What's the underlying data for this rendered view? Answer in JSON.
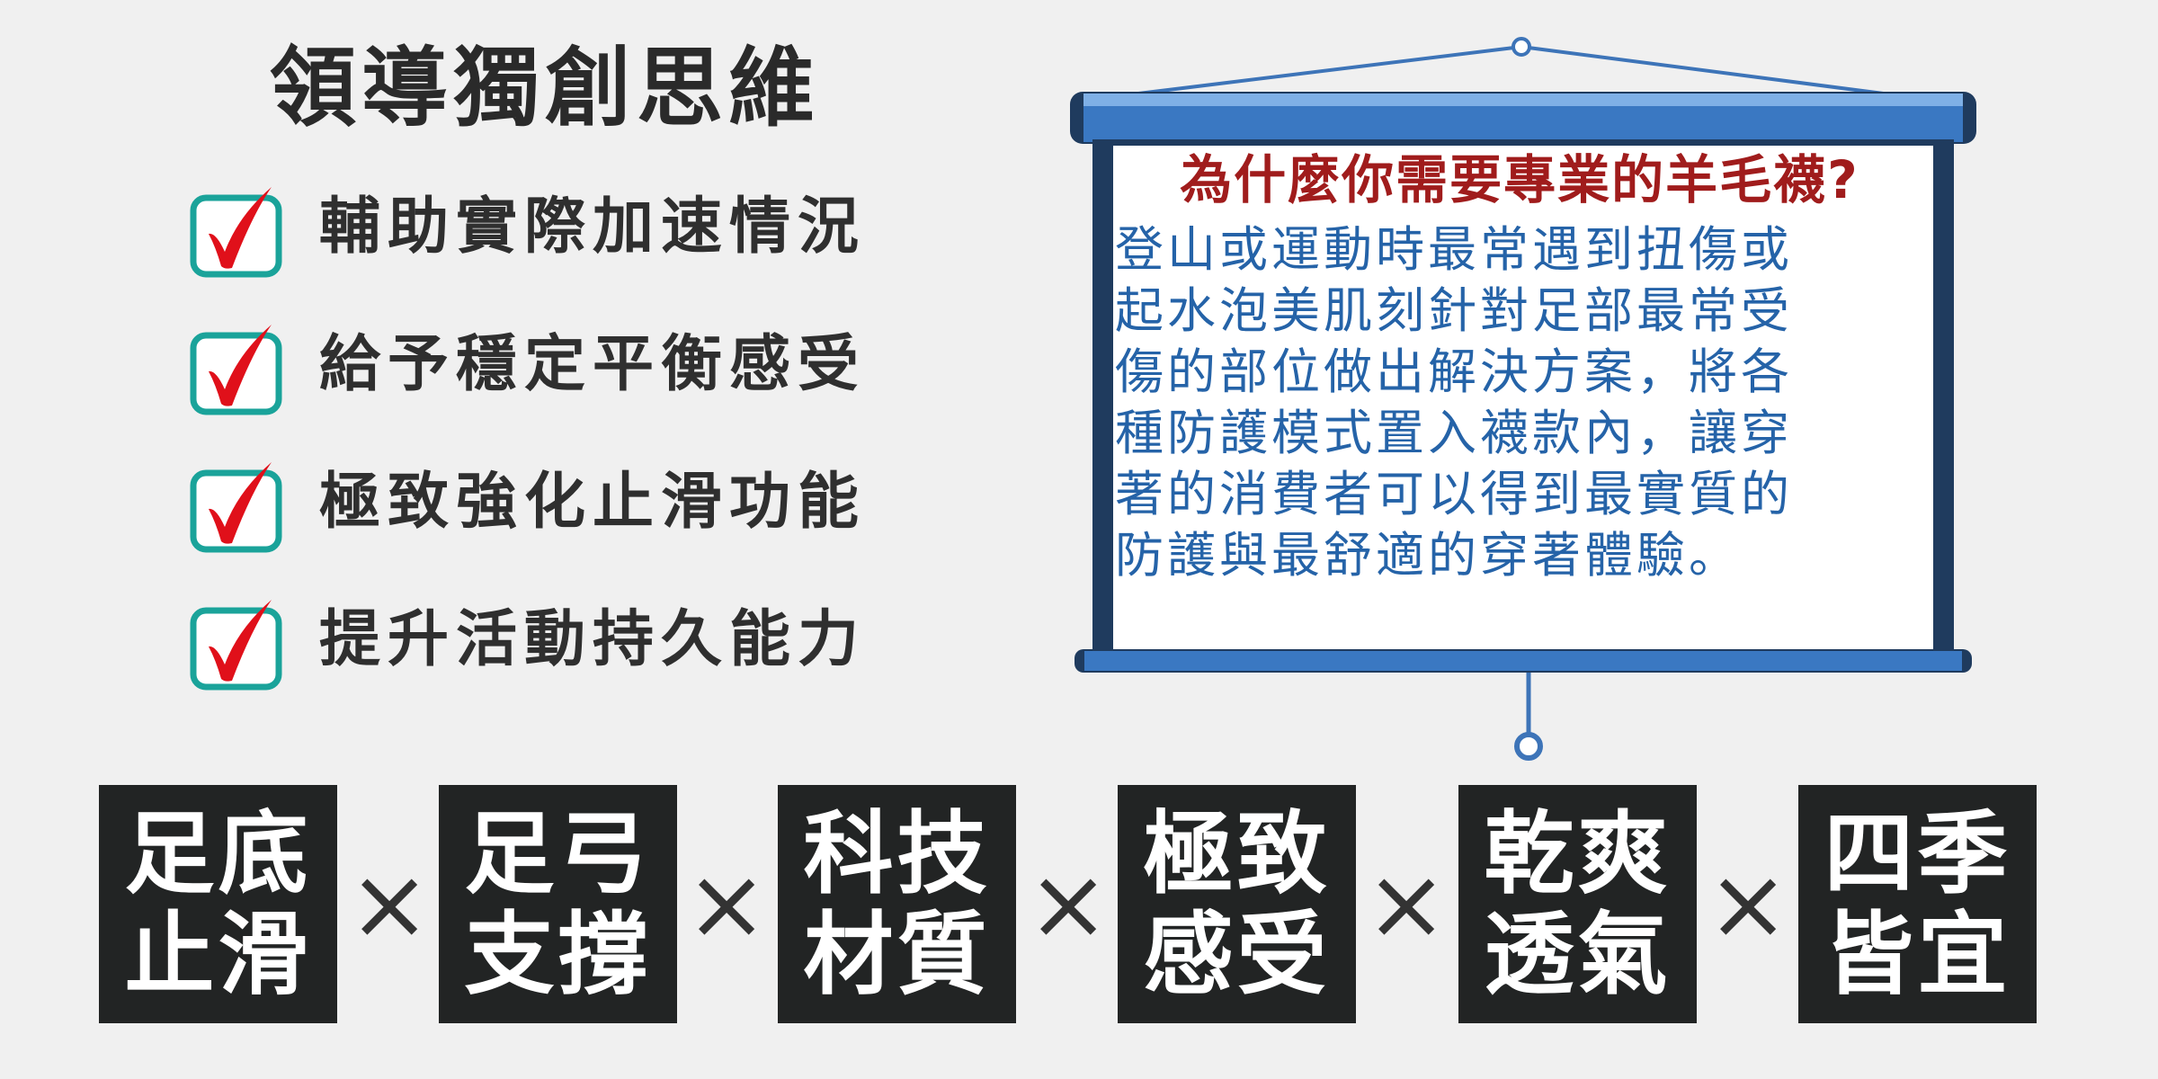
{
  "title": "領導獨創思維",
  "checklist": [
    {
      "label": "輔助實際加速情況",
      "icon": "check-icon"
    },
    {
      "label": "給予穩定平衡感受",
      "icon": "check-icon"
    },
    {
      "label": "極致強化止滑功能",
      "icon": "check-icon"
    },
    {
      "label": "提升活動持久能力",
      "icon": "check-icon"
    }
  ],
  "screen": {
    "title": "為什麼你需要專業的羊毛襪?",
    "lines": [
      "登山或運動時最常遇到扭傷或",
      "起水泡美肌刻針對足部最常受",
      "傷的部位做出解決方案，將各",
      "種防護模式置入襪款內，讓穿",
      "著的消費者可以得到最實質的",
      "防護與最舒適的穿著體驗。"
    ]
  },
  "features": [
    {
      "line1": "足底",
      "line2": "止滑"
    },
    {
      "line1": "足弓",
      "line2": "支撐"
    },
    {
      "line1": "科技",
      "line2": "材質"
    },
    {
      "line1": "極致",
      "line2": "感受"
    },
    {
      "line1": "乾爽",
      "line2": "透氣"
    },
    {
      "line1": "四季",
      "line2": "皆宜"
    }
  ],
  "separator": "×",
  "colors": {
    "background": "#f0f0f0",
    "checkbox_border": "#1aa39a",
    "check_mark": "#e0101a",
    "screen_title": "#a01c1c",
    "screen_body": "#2563a8",
    "screen_frame": "#1f3b5e",
    "screen_bar": "#3a78c2",
    "tile_bg": "#222424"
  }
}
